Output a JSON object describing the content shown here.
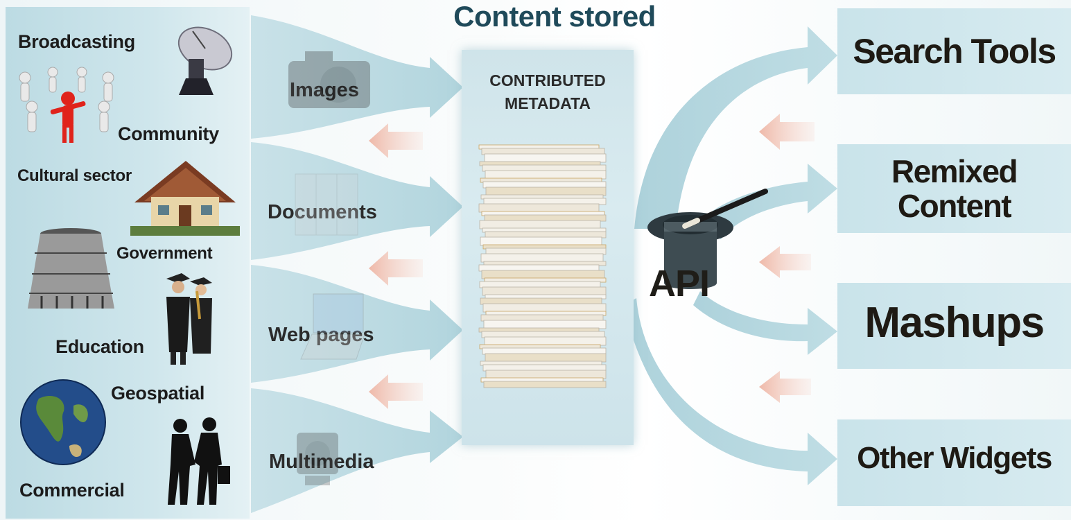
{
  "title": "Content stored",
  "sources": [
    {
      "label": "Broadcasting",
      "icon": "satellite-dish-icon"
    },
    {
      "label": "Community",
      "icon": "people-circle-icon"
    },
    {
      "label": "Cultural sector",
      "icon": "meeting-house-icon"
    },
    {
      "label": "Government",
      "icon": "beehive-building-icon"
    },
    {
      "label": "Education",
      "icon": "graduates-icon"
    },
    {
      "label": "Geospatial",
      "icon": "globe-icon"
    },
    {
      "label": "Commercial",
      "icon": "handshake-icon"
    }
  ],
  "content_types": [
    {
      "label": "Images",
      "icon": "camera-icon"
    },
    {
      "label": "Documents",
      "icon": "filing-cabinet-icon"
    },
    {
      "label": "Web pages",
      "icon": "laptop-icon"
    },
    {
      "label": "Multimedia",
      "icon": "video-camera-icon"
    }
  ],
  "store": {
    "line1": "CONTRIBUTED",
    "line2": "METADATA",
    "icon": "paper-stack-icon"
  },
  "api": {
    "label": "API",
    "icon": "magic-hat-icon"
  },
  "outputs": [
    {
      "line1": "Search Tools",
      "line2": ""
    },
    {
      "line1": "Remixed",
      "line2": "Content"
    },
    {
      "line1": "Mashups",
      "line2": ""
    },
    {
      "line1": "Other Widgets",
      "line2": ""
    }
  ],
  "colors": {
    "flow_arrow": "#b7d8e1",
    "feedback_arrow": "#f2c2b4",
    "title": "#1f4a5a",
    "panel": "#c6e1e8"
  }
}
